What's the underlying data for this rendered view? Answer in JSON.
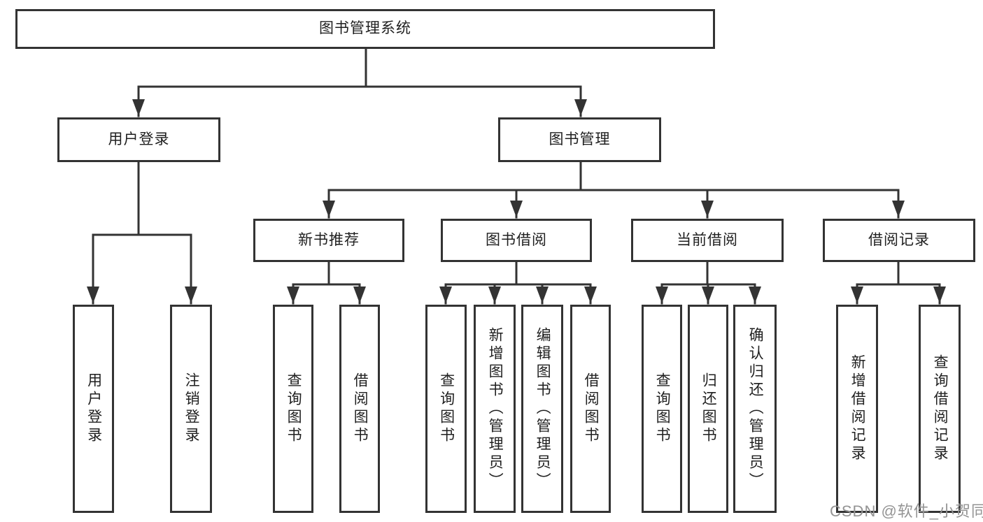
{
  "diagram": {
    "title": "图书管理系统",
    "type": "hierarchy-tree",
    "colors": {
      "line": "#333333",
      "box_border": "#333333",
      "box_fill": "#ffffff",
      "text": "#1f1f1f",
      "background": "#ffffff",
      "watermark": "#949494"
    },
    "nodes": {
      "root": {
        "label": "图书管理系统"
      },
      "user-login-group": {
        "label": "用户登录"
      },
      "book-management": {
        "label": "图书管理"
      },
      "new-book-recommend": {
        "label": "新书推荐"
      },
      "book-borrowing": {
        "label": "图书借阅"
      },
      "current-borrowing": {
        "label": "当前借阅"
      },
      "borrowing-records": {
        "label": "借阅记录"
      },
      "user-login": {
        "label": "用户登录"
      },
      "logout": {
        "label": "注销登录"
      },
      "nbr-query-books": {
        "label": "查询图书"
      },
      "nbr-borrow-books": {
        "label": "借阅图书"
      },
      "bb-query-books": {
        "label": "查询图书"
      },
      "bb-add-books": {
        "label": "新增图书（管理员）"
      },
      "bb-edit-books": {
        "label": "编辑图书（管理员）"
      },
      "bb-borrow-books": {
        "label": "借阅图书"
      },
      "cb-query-books": {
        "label": "查询图书"
      },
      "cb-return-books": {
        "label": "归还图书"
      },
      "cb-confirm-return": {
        "label": "确认归还（管理员）"
      },
      "br-add-record": {
        "label": "新增借阅记录"
      },
      "br-query-record": {
        "label": "查询借阅记录"
      }
    },
    "hierarchy": {
      "图书管理系统": [
        "用户登录",
        "图书管理"
      ],
      "用户登录": [
        "用户登录",
        "注销登录"
      ],
      "图书管理": [
        "新书推荐",
        "图书借阅",
        "当前借阅",
        "借阅记录"
      ],
      "新书推荐": [
        "查询图书",
        "借阅图书"
      ],
      "图书借阅": [
        "查询图书",
        "新增图书（管理员）",
        "编辑图书（管理员）",
        "借阅图书"
      ],
      "当前借阅": [
        "查询图书",
        "归还图书",
        "确认归还（管理员）"
      ],
      "借阅记录": [
        "新增借阅记录",
        "查询借阅记录"
      ]
    }
  },
  "watermark": {
    "text": "CSDN @软件_小贺同学"
  }
}
